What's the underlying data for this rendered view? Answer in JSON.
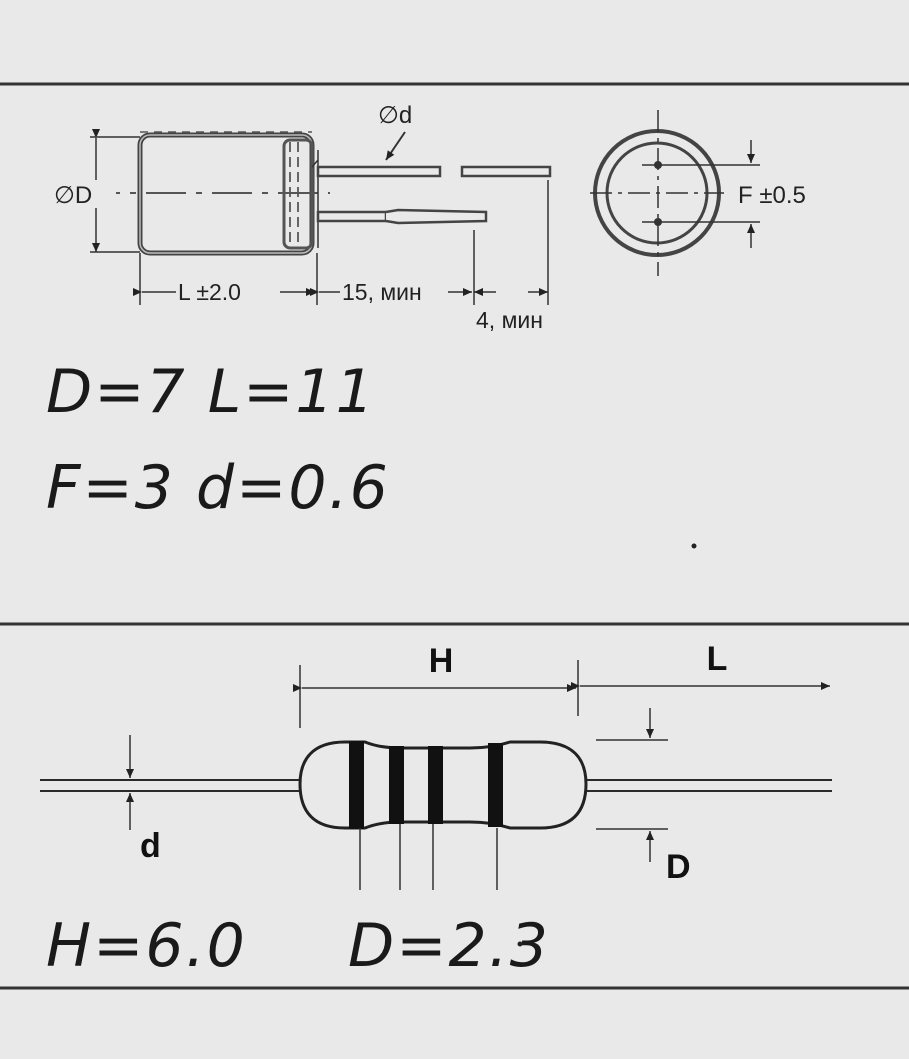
{
  "capacitor": {
    "dims": {
      "phi_d": "∅d",
      "phi_D": "∅D",
      "L": "L ±2.0",
      "lead_min": "15, мин",
      "end_min": "4, мин",
      "F": "F ±0.5"
    },
    "notes": {
      "line1": "D=7 L=11",
      "line2": "F=3 d=0.6"
    }
  },
  "resistor": {
    "dims": {
      "H": "H",
      "L": "L",
      "d": "d",
      "D": "D"
    },
    "notes": {
      "H": "H=6.0",
      "D": "D=2.3"
    }
  },
  "colors": {
    "background": "#e9e9e9",
    "ink": "#1a1a1a"
  }
}
